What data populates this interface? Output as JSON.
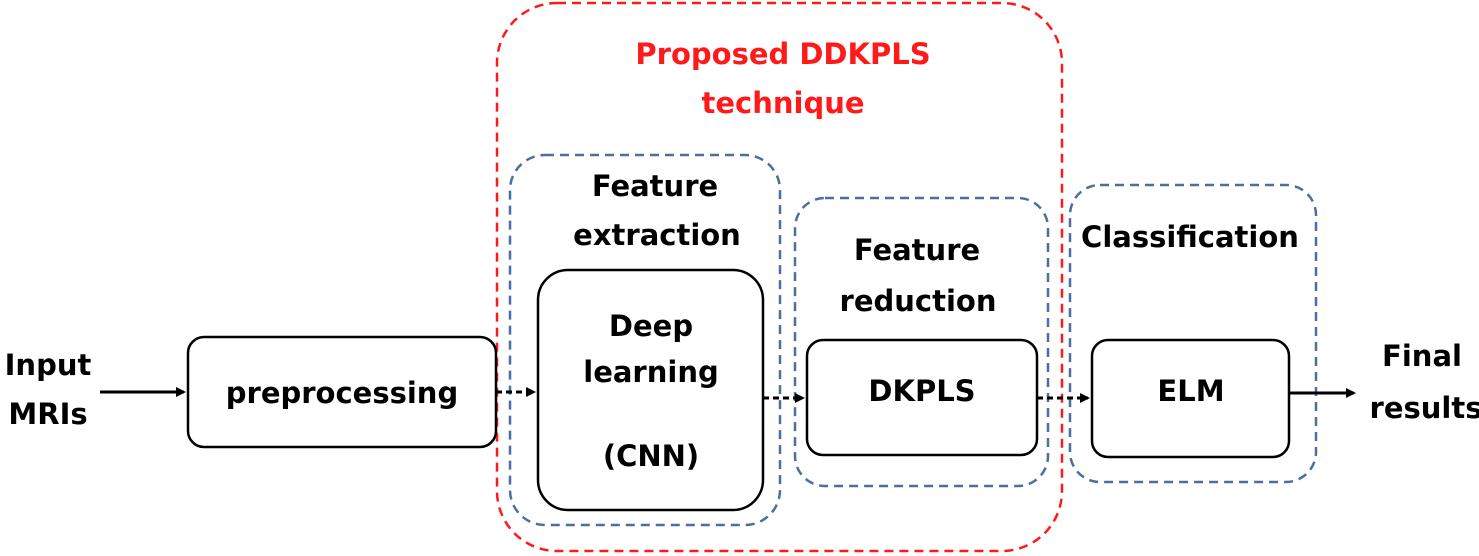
{
  "colors": {
    "proposed_border": "#ff1a1a",
    "proposed_label": "#ff1a1a",
    "stage_border": "#4a6fa0",
    "process_border": "#000000"
  },
  "input": {
    "line1": "Input",
    "line2": "MRIs"
  },
  "output": {
    "line1": "Final",
    "line2": "results"
  },
  "proposed": {
    "line1": "Proposed DDKPLS",
    "line2": "technique"
  },
  "stages": {
    "feature_extraction": {
      "line1": "Feature",
      "line2": "extraction"
    },
    "feature_reduction": {
      "line1": "Feature",
      "line2": "reduction"
    },
    "classification": {
      "line1": "Classification"
    }
  },
  "processes": {
    "preprocessing": {
      "label": "preprocessing"
    },
    "deep_learning": {
      "line1": "Deep",
      "line2": "learning",
      "line3": "(CNN)"
    },
    "dkpls": {
      "label": "DKPLS"
    },
    "elm": {
      "label": "ELM"
    }
  }
}
